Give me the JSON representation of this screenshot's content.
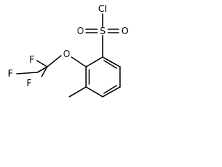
{
  "atoms": {
    "cl": "Cl",
    "s": "S",
    "o_left": "O",
    "o_right": "O",
    "o_ether": "O",
    "f_top": "F",
    "f_left": "F",
    "f_bottom": "F"
  }
}
